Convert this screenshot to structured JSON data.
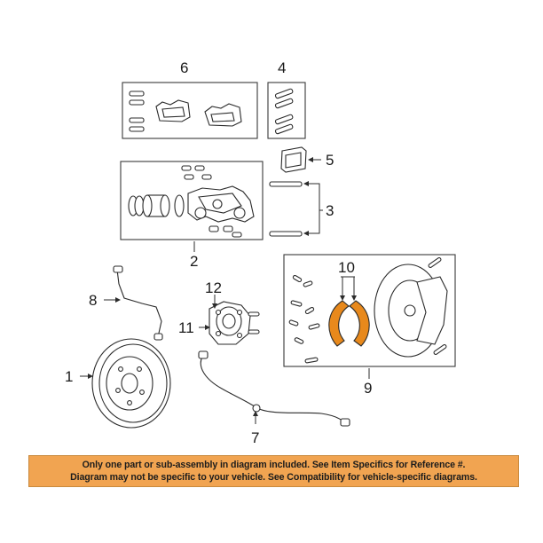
{
  "callouts": {
    "c1": "1",
    "c2": "2",
    "c3": "3",
    "c4": "4",
    "c5": "5",
    "c6": "6",
    "c7": "7",
    "c8": "8",
    "c9": "9",
    "c10": "10",
    "c11": "11",
    "c12": "12"
  },
  "highlight_color": "#e8891c",
  "notice": {
    "line1": "Only one part or sub-assembly in diagram included. See Item Specifics for Reference #.",
    "line2": "Diagram may not be specific to your vehicle. See Compatibility for vehicle-specific diagrams.",
    "background": "#f1a451"
  }
}
